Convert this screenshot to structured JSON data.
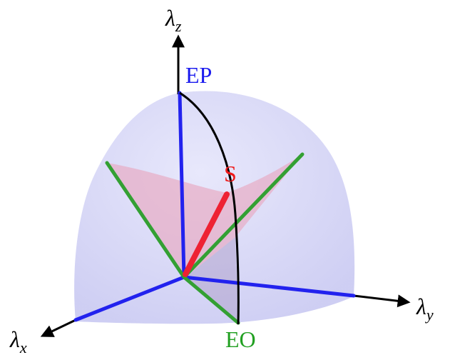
{
  "axes": {
    "z": {
      "symbol": "λ",
      "sub": "z"
    },
    "y": {
      "symbol": "λ",
      "sub": "y"
    },
    "x": {
      "symbol": "λ",
      "sub": "x"
    }
  },
  "points": {
    "ep": "EP",
    "s": "S",
    "eo": "EO"
  },
  "colors": {
    "sphere_fill": "#c9c9f3",
    "sector_fill": "#e8a8c0",
    "axis_black": "#000000",
    "blue_edge": "#2222ee",
    "green_edge": "#33a033",
    "red_segment": "#ee2233",
    "label_blue": "#1a1aee",
    "label_red": "#ee1a1a",
    "label_green": "#22a022"
  }
}
